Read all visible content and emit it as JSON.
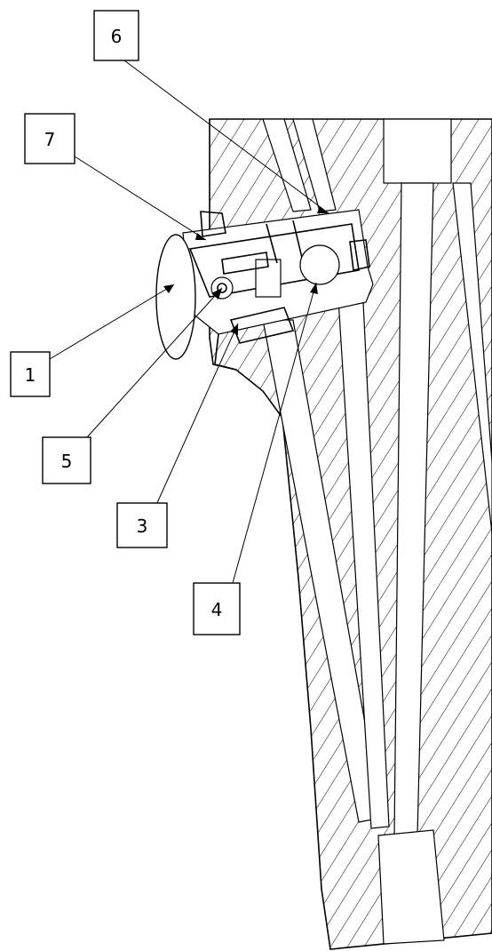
{
  "callouts": [
    {
      "id": "1",
      "label": "1"
    },
    {
      "id": "3",
      "label": "3"
    },
    {
      "id": "4",
      "label": "4"
    },
    {
      "id": "5",
      "label": "5"
    },
    {
      "id": "6",
      "label": "6"
    },
    {
      "id": "7",
      "label": "7"
    }
  ],
  "colors": {
    "ink": "#000000",
    "paper": "#ffffff"
  }
}
